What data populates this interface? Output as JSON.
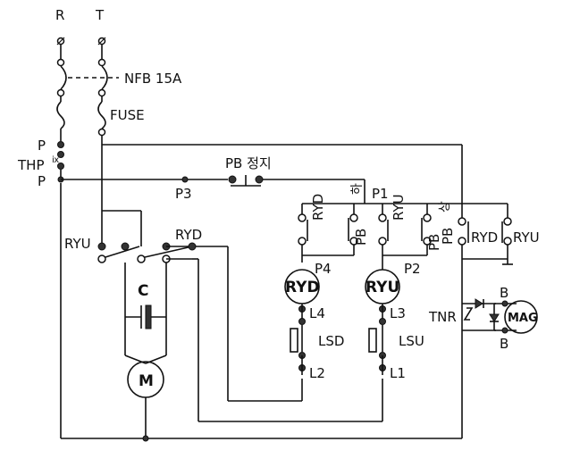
{
  "labels": {
    "r": "R",
    "t": "T",
    "nfb": "NFB 15A",
    "fuse": "FUSE",
    "p_top": "P",
    "thp": "THP",
    "thp_mark": "ⅸ",
    "p_bottom": "P",
    "p3": "P3",
    "pb_stop": "PB 정지",
    "ha": "하",
    "p1": "P1",
    "sang": "상",
    "ryu_left": "RYU",
    "ryd_left": "RYD",
    "c": "C",
    "m": "M",
    "ryd_pb": "RYD",
    "pb_1": "PB",
    "ryu_pb": "RYU",
    "pb_2": "PB",
    "pb_3": "PB",
    "ryd_right": "RYD",
    "ryu_right": "RYU",
    "p4": "P4",
    "p2": "P2",
    "ryd_coil": "RYD",
    "ryu_coil": "RYU",
    "l4": "L4",
    "l3": "L3",
    "lsd": "LSD",
    "lsu": "LSU",
    "l2": "L2",
    "l1": "L1",
    "b_top": "B",
    "b_bottom": "B",
    "tnr": "TNR",
    "mag": "MAG"
  }
}
